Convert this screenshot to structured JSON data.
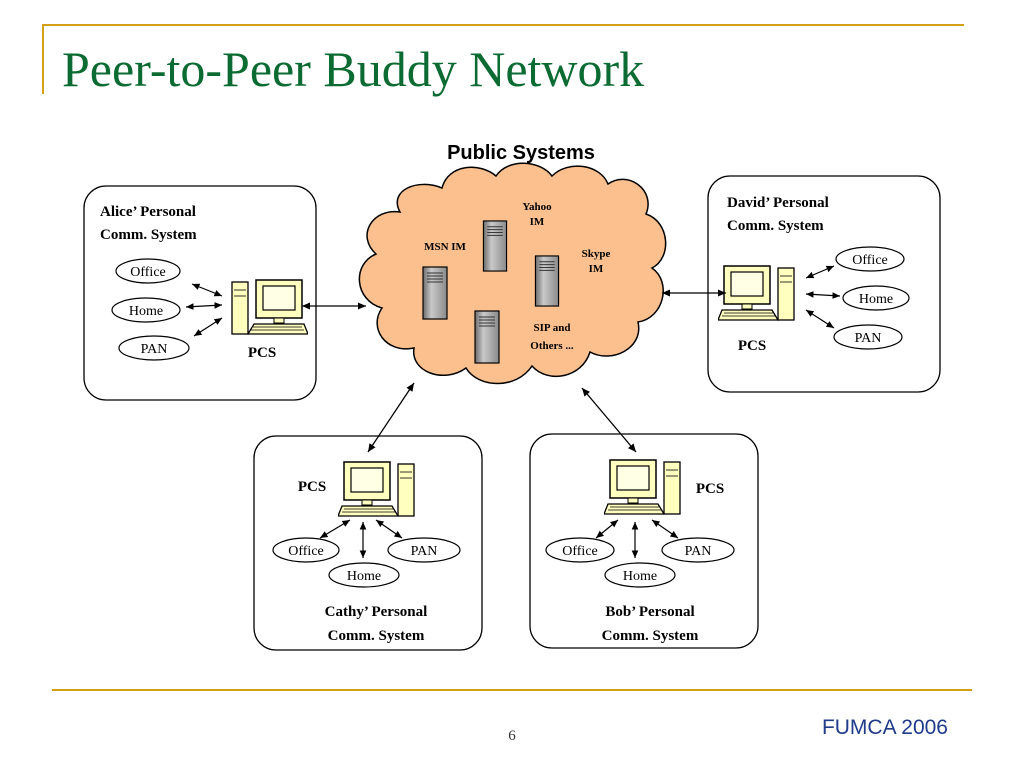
{
  "slide": {
    "title": "Peer-to-Peer Buddy Network",
    "page_number": "6",
    "footer": "FUMCA 2006"
  },
  "diagram": {
    "cloud": {
      "label": "Public Systems",
      "color": "#fbc08e",
      "servers": [
        {
          "label_lines": [
            "MSN IM"
          ]
        },
        {
          "label_lines": [
            "Yahoo",
            "IM"
          ]
        },
        {
          "label_lines": [
            "Skype",
            "IM"
          ]
        },
        {
          "label_lines": [
            "SIP and",
            "Others ..."
          ]
        }
      ]
    },
    "systems": [
      {
        "owner": "alice",
        "title_lines": [
          "Alice’ Personal",
          "Comm. System"
        ],
        "pcs_label": "PCS",
        "nodes": [
          "Office",
          "Home",
          "PAN"
        ]
      },
      {
        "owner": "david",
        "title_lines": [
          "David’ Personal",
          "Comm. System"
        ],
        "pcs_label": "PCS",
        "nodes": [
          "Office",
          "Home",
          "PAN"
        ]
      },
      {
        "owner": "cathy",
        "title_lines": [
          "Cathy’ Personal",
          "Comm. System"
        ],
        "pcs_label": "PCS",
        "nodes": [
          "Office",
          "PAN",
          "Home"
        ]
      },
      {
        "owner": "bob",
        "title_lines": [
          "Bob’ Personal",
          "Comm. System"
        ],
        "pcs_label": "PCS",
        "nodes": [
          "Office",
          "PAN",
          "Home"
        ]
      }
    ]
  }
}
